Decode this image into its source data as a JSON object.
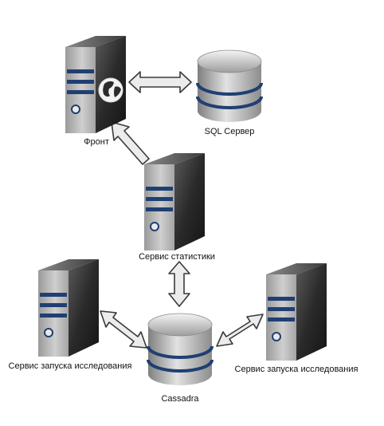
{
  "nodes": [
    {
      "id": "front",
      "kind": "server",
      "badge": "globe-icon",
      "label": "Фронт"
    },
    {
      "id": "sql",
      "kind": "database",
      "label": "SQL Сервер"
    },
    {
      "id": "stats",
      "kind": "server",
      "label": "Сервис статистики"
    },
    {
      "id": "runner_left",
      "kind": "server",
      "label": "Сервис запуска исследования"
    },
    {
      "id": "cassandra",
      "kind": "database",
      "label": "Cassadra"
    },
    {
      "id": "runner_right",
      "kind": "server",
      "label": "Сервис запуска исследования"
    }
  ],
  "edges": [
    {
      "from": "front",
      "to": "sql",
      "direction": "both"
    },
    {
      "from": "stats",
      "to": "front",
      "direction": "forward"
    },
    {
      "from": "stats",
      "to": "cassandra",
      "direction": "both"
    },
    {
      "from": "runner_left",
      "to": "cassandra",
      "direction": "both"
    },
    {
      "from": "runner_right",
      "to": "cassandra",
      "direction": "both"
    }
  ],
  "colors": {
    "server_dark": "#2b2b2b",
    "server_light": "#c9c9c9",
    "stripe": "#1f3f73",
    "arrow_fill": "#ececec",
    "arrow_stroke": "#3a3a3a"
  }
}
